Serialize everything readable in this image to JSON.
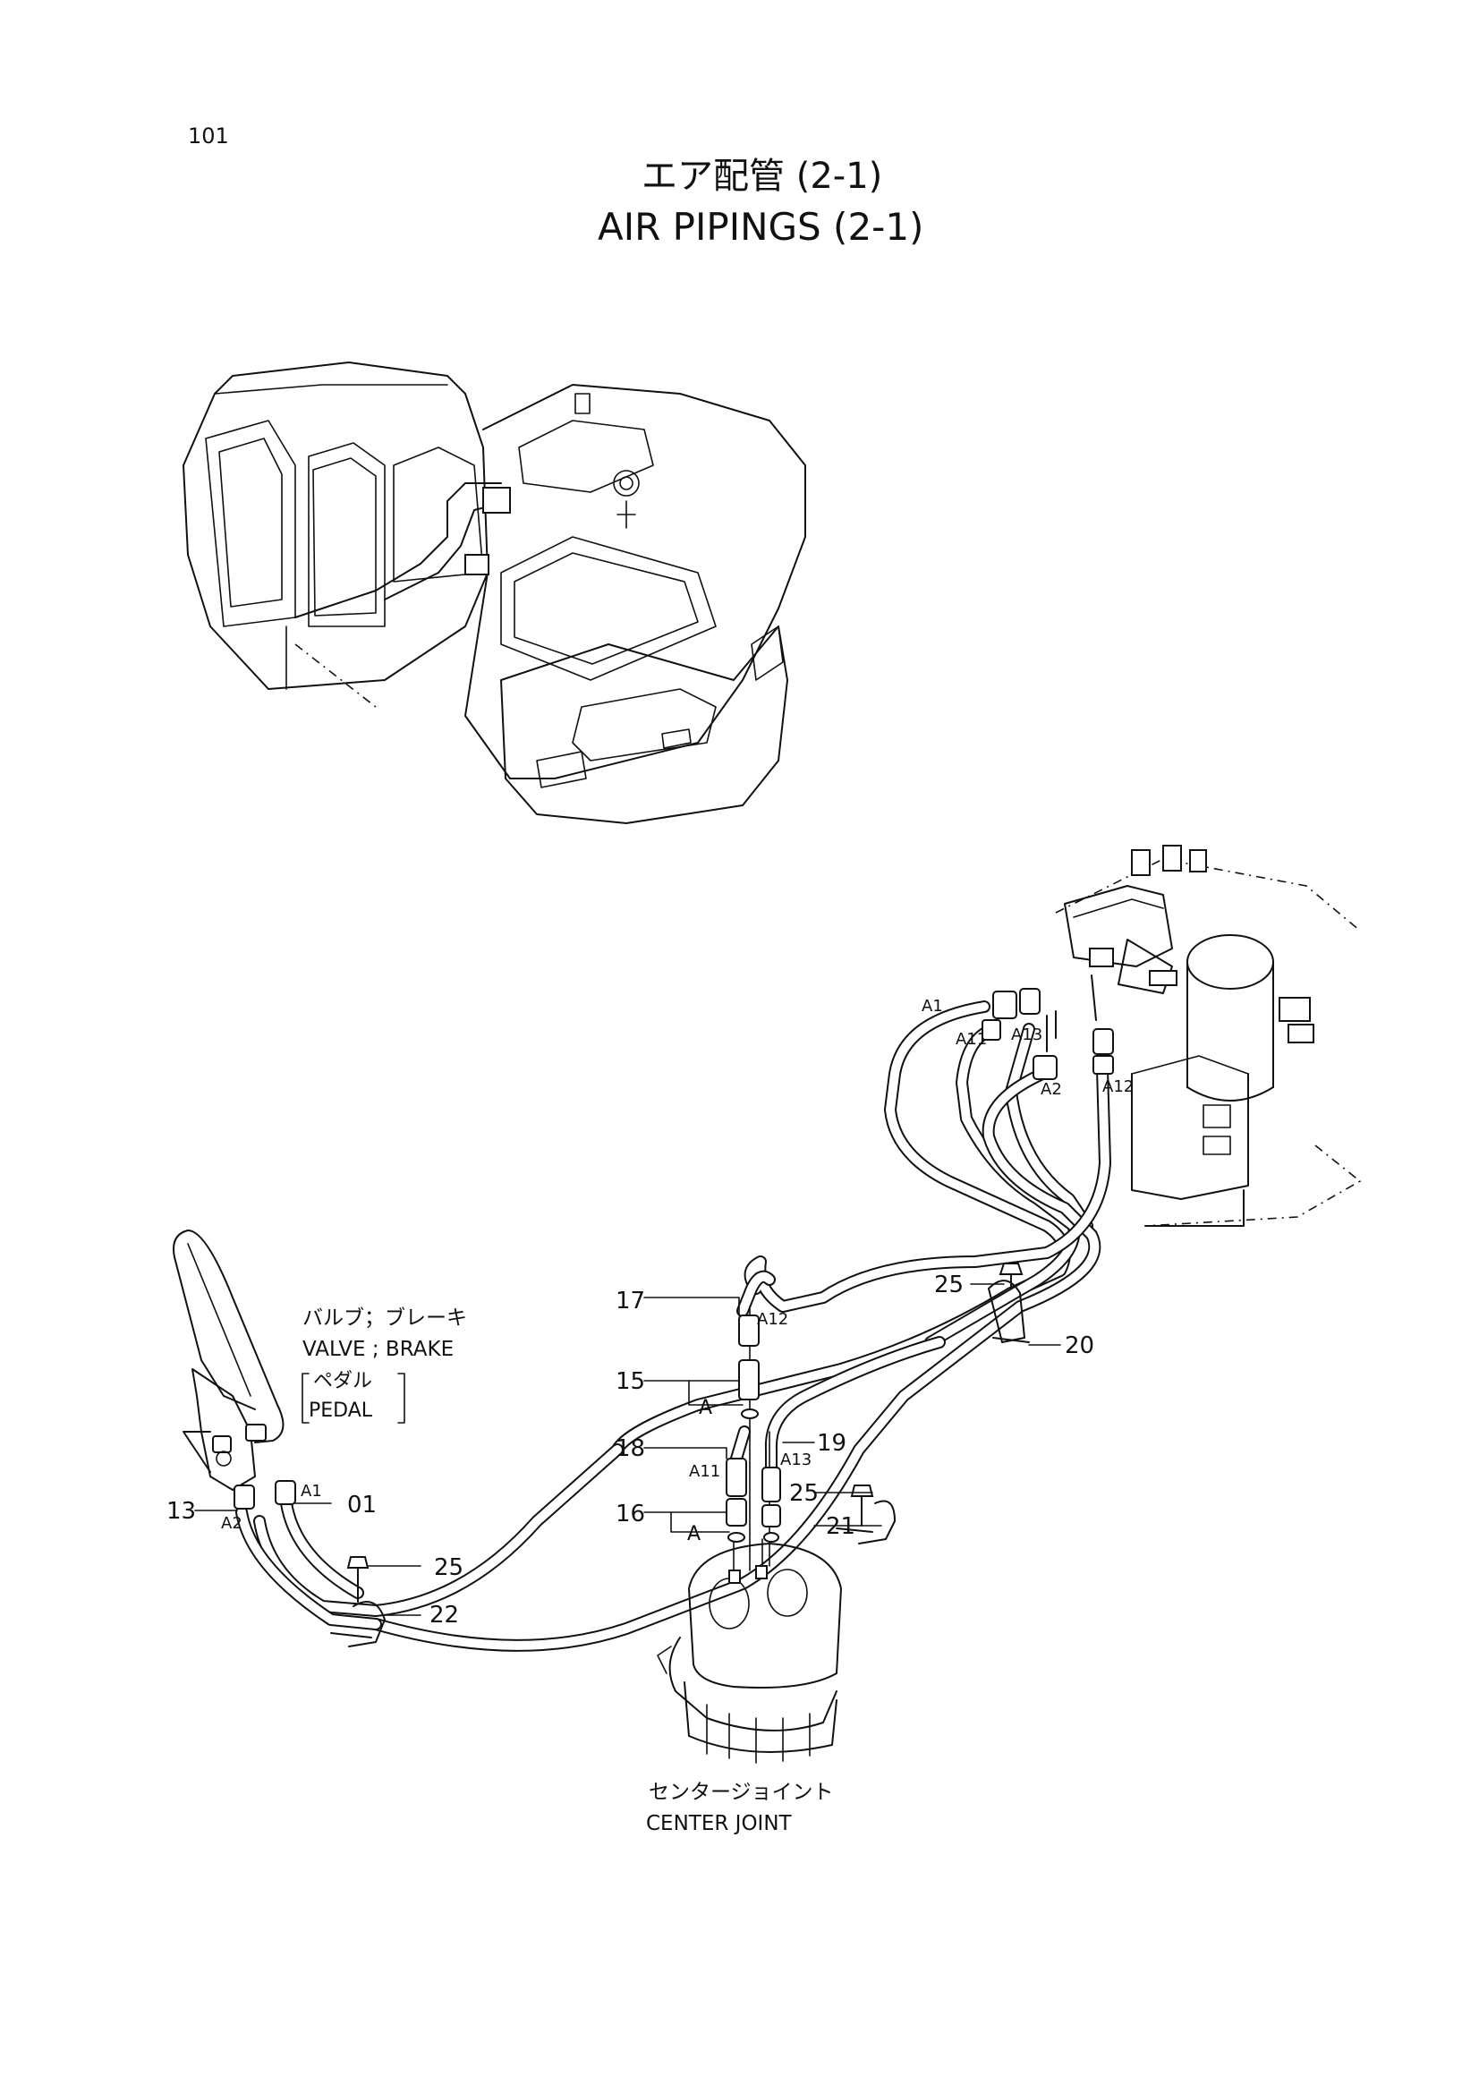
{
  "page": {
    "number": "101",
    "title_jp": "エア配管 (2-1)",
    "title_en": "AIR PIPINGS (2-1)"
  },
  "components": {
    "brake_valve": {
      "jp": "バルブ；ブレーキ",
      "en": "VALVE ; BRAKE",
      "sub_jp": "ペダル",
      "sub_en": "PEDAL"
    },
    "center_joint": {
      "jp": "センタージョイント",
      "en": "CENTER  JOINT"
    }
  },
  "callouts": [
    {
      "id": "c17",
      "text": "17"
    },
    {
      "id": "c15",
      "text": "15"
    },
    {
      "id": "c18",
      "text": "18"
    },
    {
      "id": "c16",
      "text": "16"
    },
    {
      "id": "c19",
      "text": "19"
    },
    {
      "id": "c25a",
      "text": "25"
    },
    {
      "id": "c25b",
      "text": "25"
    },
    {
      "id": "c25c",
      "text": "25"
    },
    {
      "id": "c20",
      "text": "20"
    },
    {
      "id": "c21",
      "text": "21"
    },
    {
      "id": "c22",
      "text": "22"
    },
    {
      "id": "c13",
      "text": "13"
    },
    {
      "id": "c01",
      "text": "01"
    }
  ],
  "port_labels": [
    {
      "id": "pA1_top",
      "text": "A1"
    },
    {
      "id": "pA11_top",
      "text": "A11"
    },
    {
      "id": "pA13_top",
      "text": "A13"
    },
    {
      "id": "pA2_top",
      "text": "A2"
    },
    {
      "id": "pA12_top",
      "text": "A12"
    },
    {
      "id": "pA12_mid",
      "text": "A12"
    },
    {
      "id": "pA11_mid",
      "text": "A11"
    },
    {
      "id": "pA13_mid",
      "text": "A13"
    },
    {
      "id": "pA1_left",
      "text": "A1"
    },
    {
      "id": "pA2_left",
      "text": "A2"
    },
    {
      "id": "sectA_15",
      "text": "A"
    },
    {
      "id": "sectA_16",
      "text": "A"
    }
  ]
}
